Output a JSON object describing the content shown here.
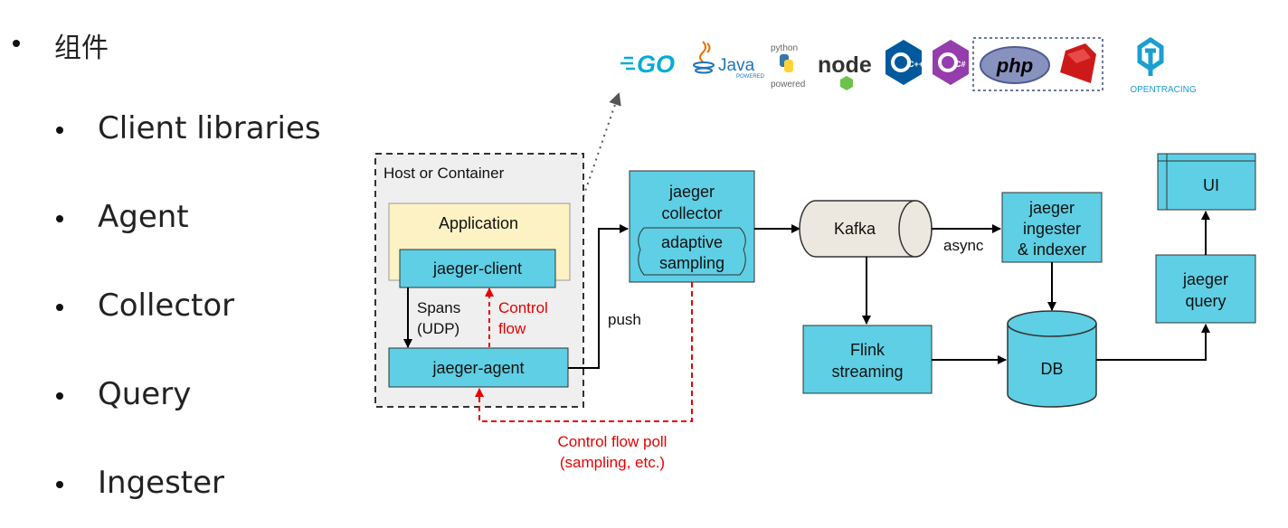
{
  "bullets": {
    "heading": "组件",
    "items": [
      "Client libraries",
      "Agent",
      "Collector",
      "Query",
      "Ingester"
    ]
  },
  "logos": {
    "go": "GO",
    "java": "Java",
    "java_powered": "POWERED",
    "python_top": "python",
    "python_bottom": "powered",
    "node": "node",
    "cpp": "C++",
    "csharp": "C#",
    "php": "php",
    "ruby": "ruby-icon",
    "opentracing": "OPENTRACING"
  },
  "diagram": {
    "host_label": "Host or Container",
    "application": "Application",
    "client": "jaeger-client",
    "agent": "jaeger-agent",
    "spans_line1": "Spans",
    "spans_line2": "(UDP)",
    "control_line1": "Control",
    "control_line2": "flow",
    "push": "push",
    "collector_line1": "jaeger",
    "collector_line2": "collector",
    "adaptive_line1": "adaptive",
    "adaptive_line2": "sampling",
    "kafka": "Kafka",
    "async": "async",
    "ingester_line1": "jaeger",
    "ingester_line2": "ingester",
    "ingester_line3": "& indexer",
    "flink_line1": "Flink",
    "flink_line2": "streaming",
    "db": "DB",
    "query_line1": "jaeger",
    "query_line2": "query",
    "ui": "UI",
    "poll_line1": "Control flow poll",
    "poll_line2": "(sampling, etc.)"
  },
  "colors": {
    "box_fill": "#5ecfe4",
    "app_fill": "#fdf2c4",
    "host_fill": "#efefef",
    "kafka_fill": "#ede8df",
    "control_red": "#e60000",
    "go_blue": "#00acd7",
    "php_purple": "#8892bf",
    "ruby_red": "#cc1a1a",
    "opentracing_blue": "#1a9fd0"
  }
}
